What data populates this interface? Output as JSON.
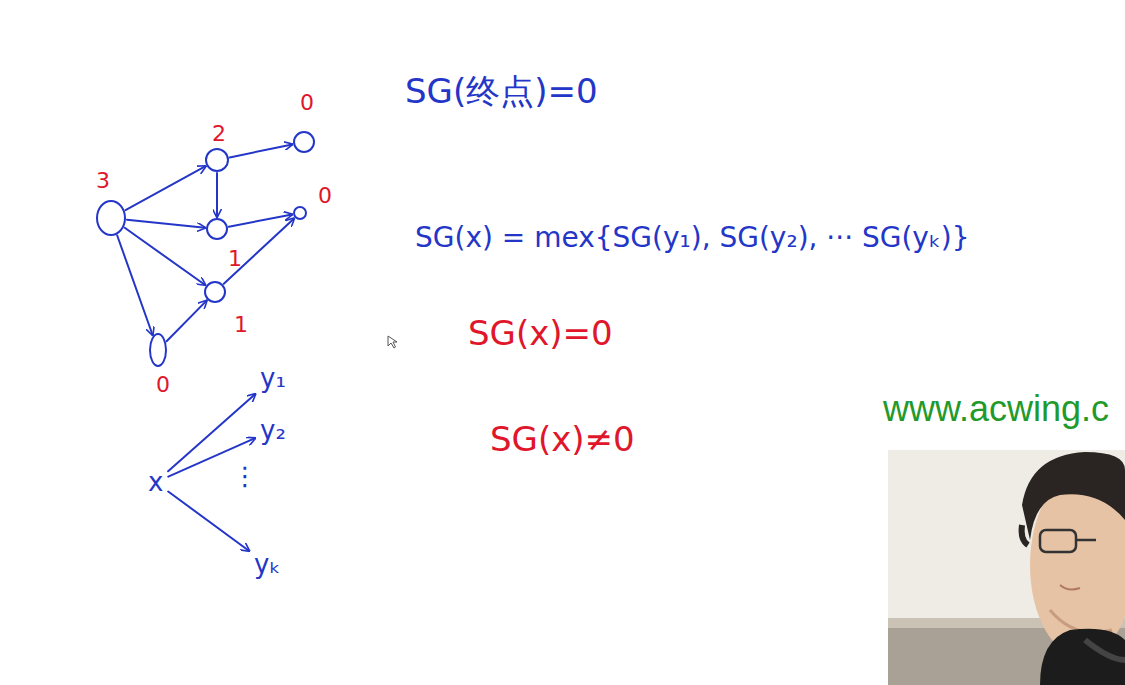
{
  "diagram": {
    "nodes": [
      {
        "text": [
          "3"
        ]
      },
      {
        "text": [
          "2"
        ]
      },
      {
        "text": [
          "0"
        ]
      },
      {
        "text": [
          "1"
        ]
      },
      {
        "text": [
          "0"
        ]
      },
      {
        "text": [
          "1"
        ]
      },
      {
        "text": [
          "0"
        ]
      },
      {
        "text": [
          "x"
        ]
      },
      {
        "text": [
          "y₁"
        ]
      },
      {
        "text": [
          "y₂"
        ]
      },
      {
        "text": [
          "yₖ"
        ]
      }
    ],
    "edges": [
      {
        "from": 0,
        "to": 1,
        "arrow": "to"
      },
      {
        "from": 0,
        "to": 3,
        "arrow": "to"
      },
      {
        "from": 0,
        "to": 5,
        "arrow": "to"
      },
      {
        "from": 0,
        "to": 6,
        "arrow": "to"
      },
      {
        "from": 1,
        "to": 2,
        "arrow": "to"
      },
      {
        "from": 1,
        "to": 3,
        "arrow": "to"
      },
      {
        "from": 3,
        "to": 4,
        "arrow": "to"
      },
      {
        "from": 5,
        "to": 4,
        "arrow": "to"
      },
      {
        "from": 6,
        "to": 5,
        "arrow": "to"
      },
      {
        "from": 7,
        "to": 8,
        "arrow": "to"
      },
      {
        "from": 7,
        "to": 9,
        "arrow": "to"
      },
      {
        "from": 7,
        "to": 10,
        "arrow": "to"
      }
    ],
    "labels": [
      "SG(终点)=0",
      "SG(x) = mex{SG(y₁), SG(y₂), ··· SG(yₖ)}",
      "SG(x)=0",
      "SG(x)≠0",
      "⋮",
      "www.acwing.c"
    ]
  }
}
